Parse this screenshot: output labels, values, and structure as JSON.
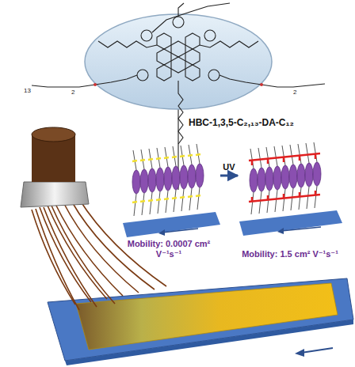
{
  "diagram": {
    "nodes": [
      {
        "text": [
          "Mobility: 0.0007 cm² V⁻¹s⁻¹"
        ]
      },
      {
        "text": [
          "Mobility: 1.5 cm² V⁻¹s⁻¹"
        ]
      }
    ],
    "edges": [
      {
        "from": 0,
        "to": 1,
        "arrow": "to",
        "label": "UV"
      }
    ],
    "labels": [
      "HBC-1,3,5-C₂,₁₃-DA-C₁₂",
      "13",
      "2",
      "2"
    ]
  }
}
